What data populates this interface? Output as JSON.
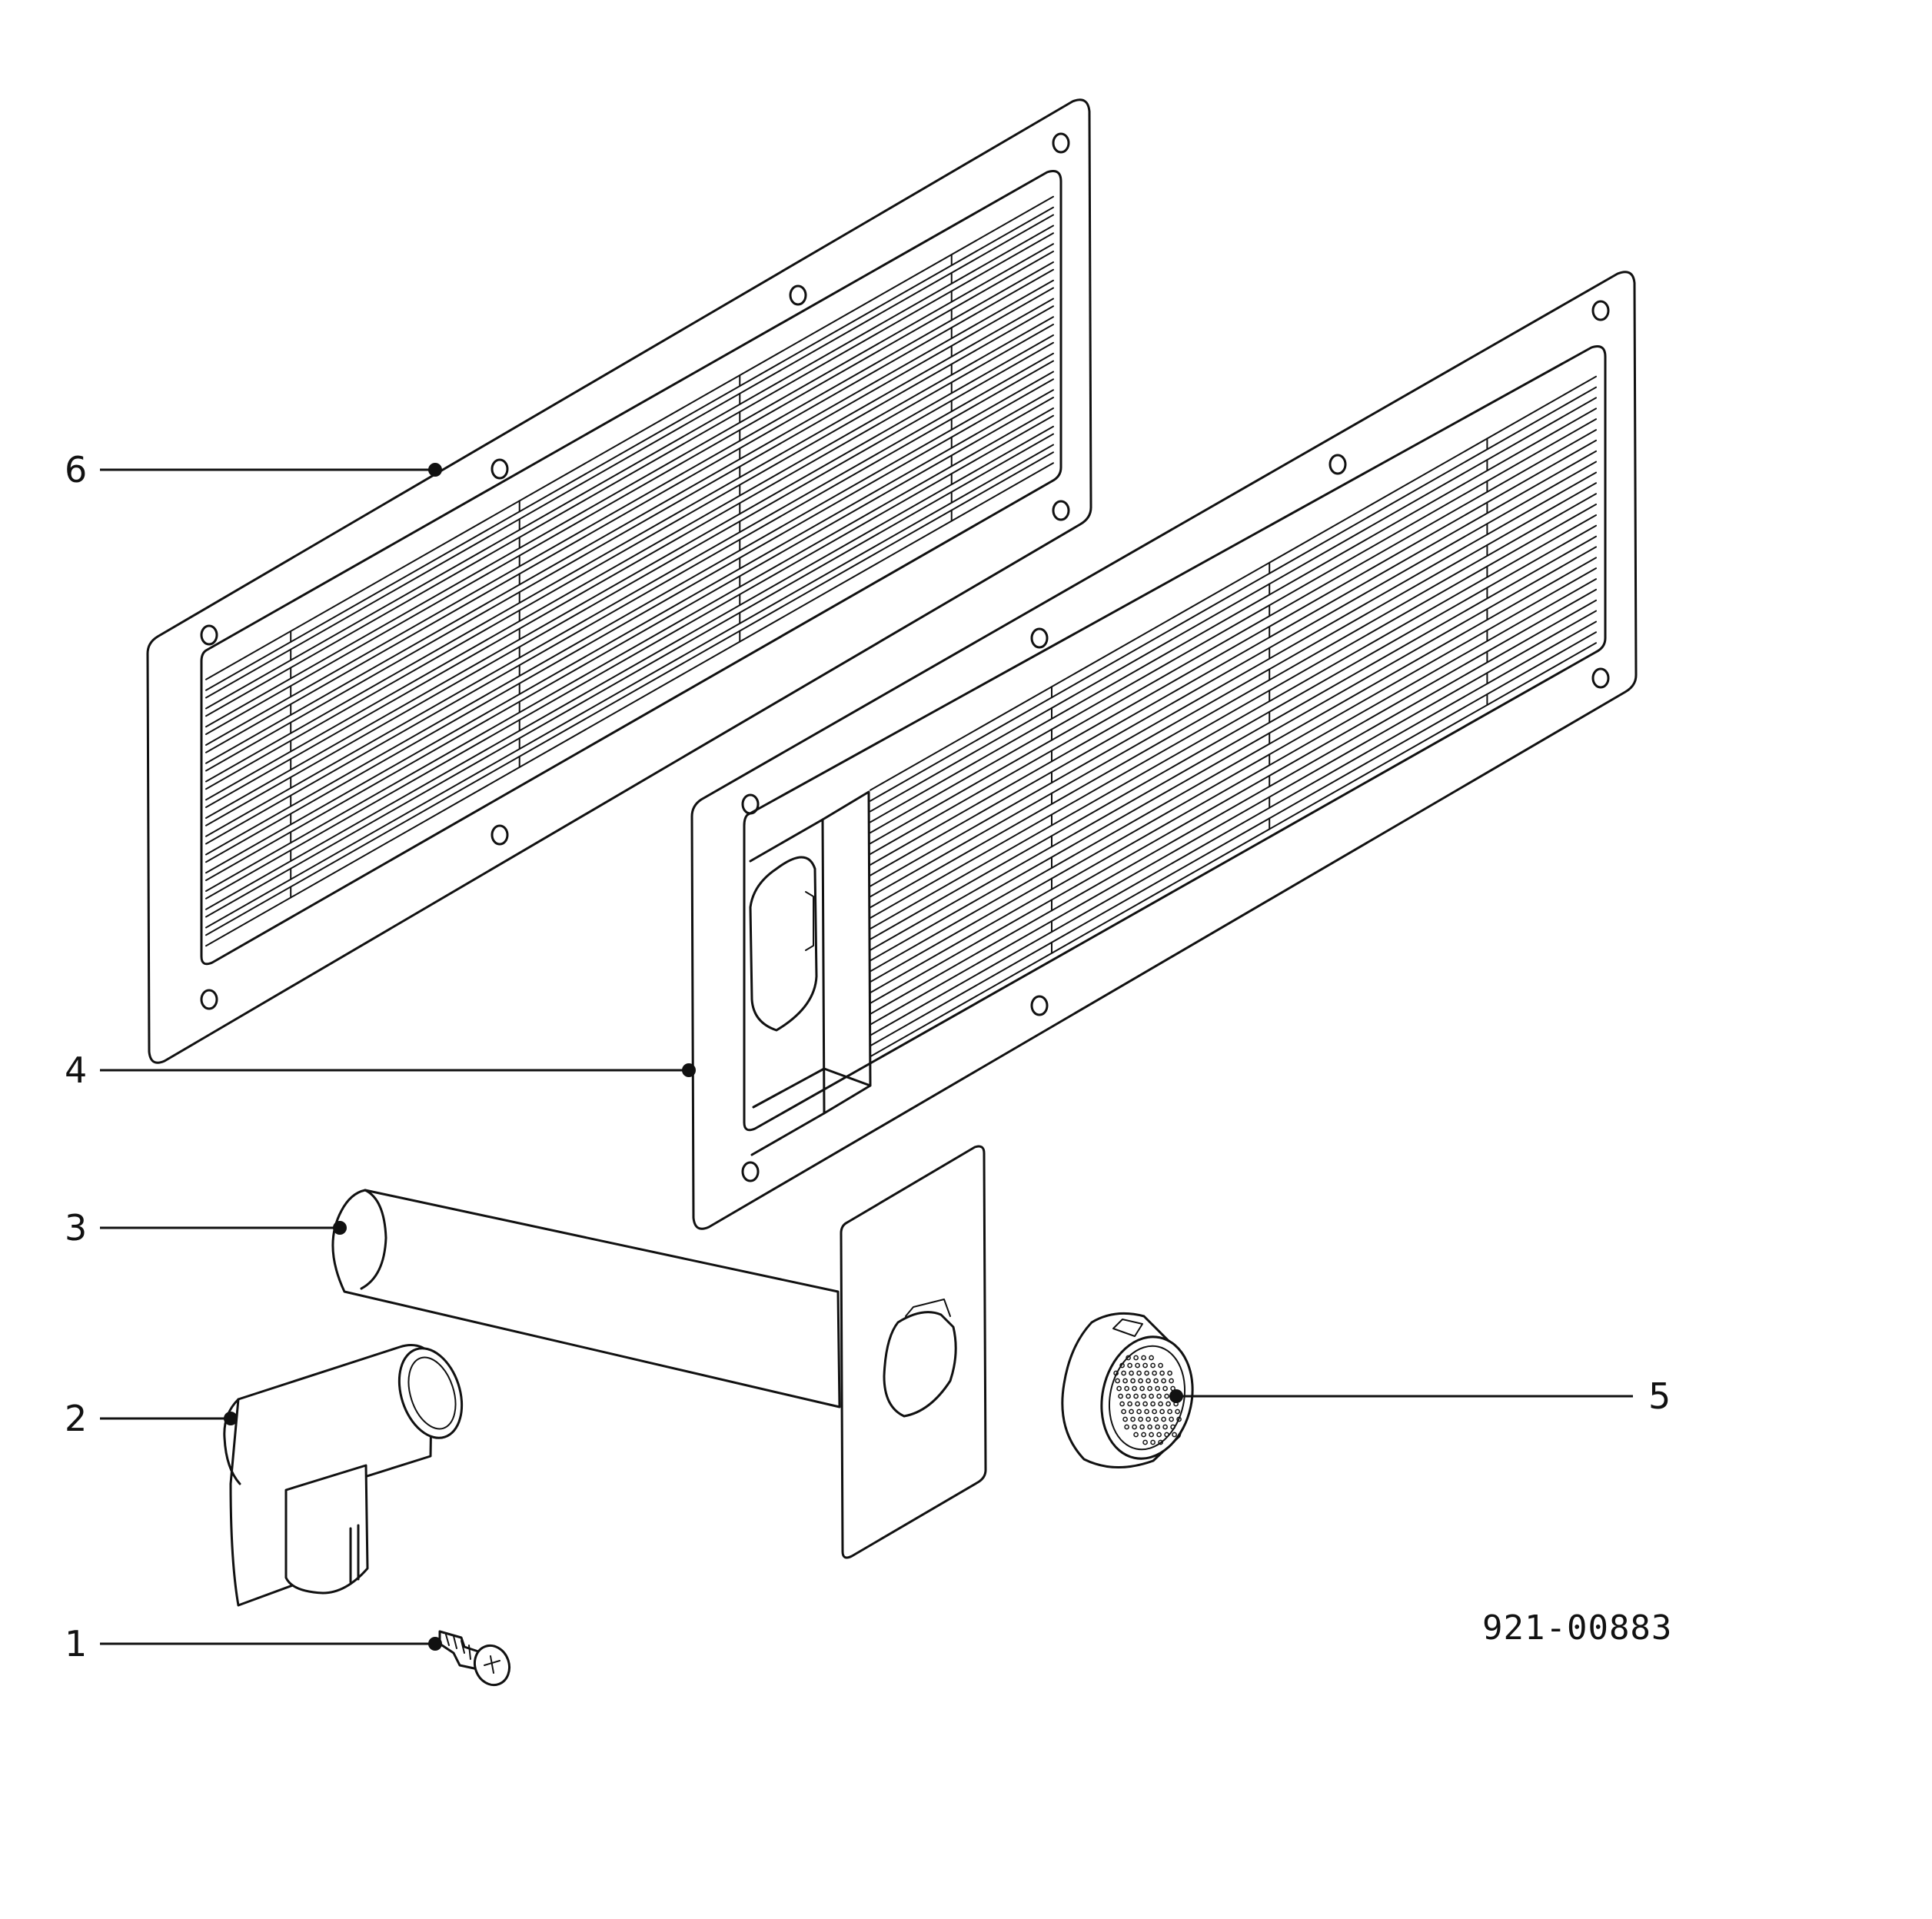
{
  "diagram": {
    "type": "exploded-parts-view",
    "drawing_number": "921-00883",
    "callouts": [
      {
        "id": "6",
        "part": "grille-top-plain"
      },
      {
        "id": "4",
        "part": "grille-with-duct-port"
      },
      {
        "id": "3",
        "part": "duct-tube-with-plate"
      },
      {
        "id": "2",
        "part": "t-tube"
      },
      {
        "id": "5",
        "part": "round-filter-cap"
      },
      {
        "id": "1",
        "part": "screw"
      }
    ]
  }
}
